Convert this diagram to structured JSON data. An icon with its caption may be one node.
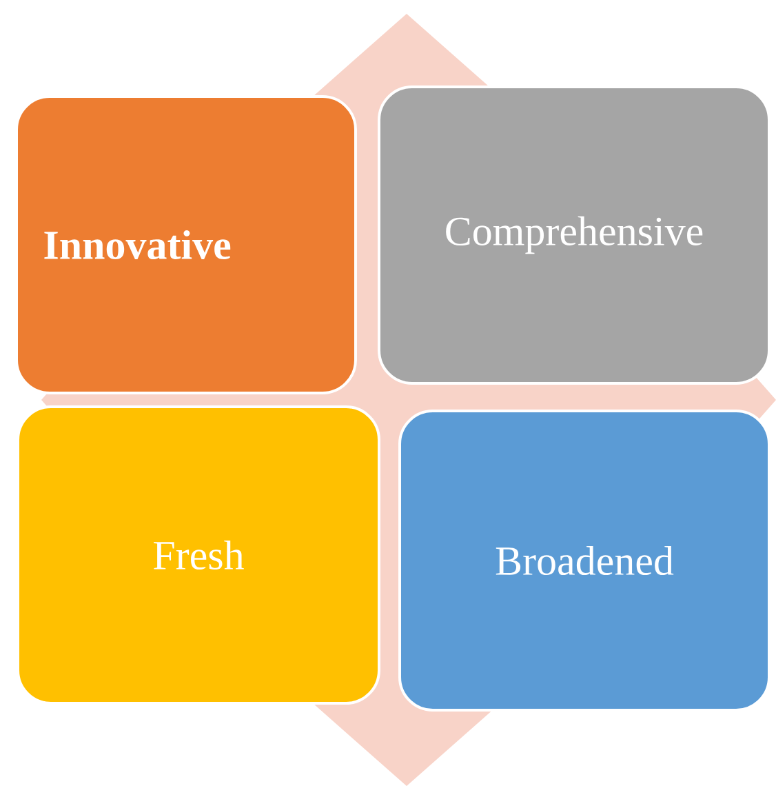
{
  "diagram": {
    "nodes": [
      {
        "text": [
          "Innovative"
        ]
      },
      {
        "text": [
          "Comprehensive"
        ]
      },
      {
        "text": [
          "Fresh"
        ]
      },
      {
        "text": [
          "Broadened"
        ]
      }
    ]
  }
}
